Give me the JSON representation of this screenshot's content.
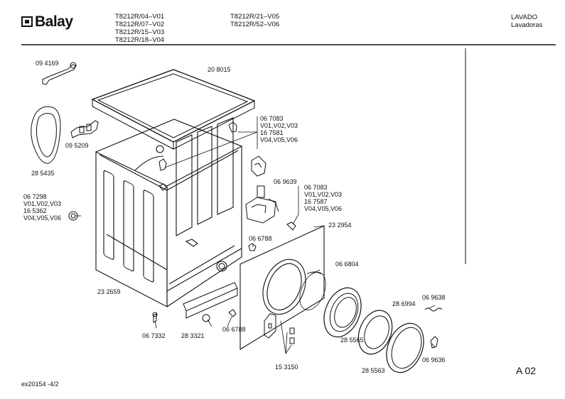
{
  "header": {
    "brand": "Balay",
    "models_col1": [
      "T8212R/04–V01",
      "T8212R/07–V02",
      "T8212R/15–V03",
      "T8212R/18–V04"
    ],
    "models_col2": [
      "T8212R/21–V05",
      "T8212R/52–V06"
    ],
    "category": "LAVADO",
    "subcategory": "Lavadoras"
  },
  "footer": {
    "doc_id": "ex20154 -4/2",
    "page_code": "A 02"
  },
  "parts": {
    "p_094169": "09 4169",
    "p_208015": "20 8015",
    "p_095209": "09 5209",
    "p_285435": "28 5435",
    "grp_067083_a": [
      "06 7083",
      "V01,V02,V03",
      "16 7581",
      "V04,V05,V06"
    ],
    "grp_067298": [
      "06 7298",
      "V01,V02,V03",
      "16 5362",
      "V04,V05,V06"
    ],
    "p_069639": "06 9639",
    "grp_067083_b": [
      "06 7083",
      "V01,V02,V03",
      "16 7587",
      "V04,V05,V06"
    ],
    "p_232954": "23 2954",
    "p_066788_a": "06 6788",
    "p_066804": "06 6804",
    "p_232659": "23 2659",
    "p_286994": "28 6994",
    "p_069638": "06 9638",
    "p_067332": "06 7332",
    "p_283321": "28 3321",
    "p_066788_b": "06 6788",
    "p_285565": "28 5565",
    "p_153150": "15 3150",
    "p_285563": "28 5563",
    "p_069636": "06 9636"
  }
}
